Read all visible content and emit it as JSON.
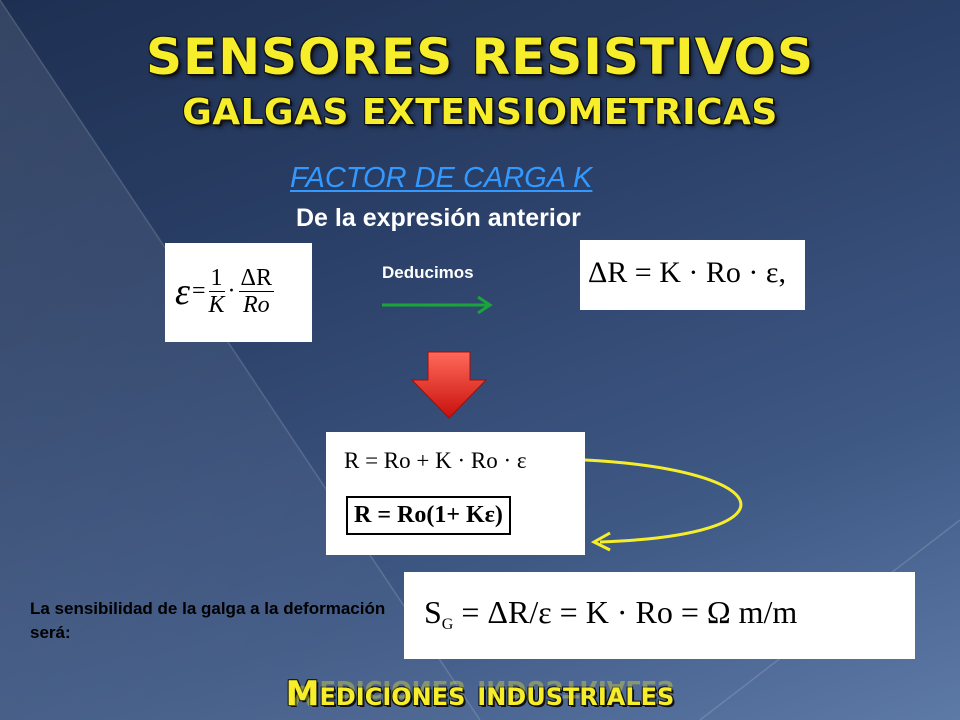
{
  "slide": {
    "title_line1": "SENSORES RESISTIVOS",
    "title_line2": "GALGAS EXTENSIOMETRICAS",
    "subtitle": "FACTOR DE CARGA K",
    "intro": "De la expresión anterior",
    "deduce_label": "Deducimos",
    "sensitivity_text": "La sensibilidad de la galga a la deformación será:",
    "footer": "Mediciones industriales"
  },
  "formulas": {
    "strain": {
      "lhs": "ε",
      "eq": "=",
      "frac1_num": "1",
      "frac1_den": "K",
      "dot": "·",
      "frac2_num": "ΔR",
      "frac2_den": "Ro"
    },
    "delta_r": "ΔR = K · Ro · ε,",
    "resistance_expanded": "R = Ro + K · Ro · ε",
    "resistance_result": "R = Ro(1+ Kε)",
    "sensitivity": {
      "symbol": "S",
      "subscript": "G",
      "rhs": " = ΔR/ε = K · Ro = Ω m/m"
    }
  },
  "colors": {
    "title": "#f6ee2a",
    "subtitle": "#3399ff",
    "arrow_green": "#1aa53a",
    "arrow_red": "#e8211c",
    "arrow_yellow": "#f6ee2a"
  }
}
